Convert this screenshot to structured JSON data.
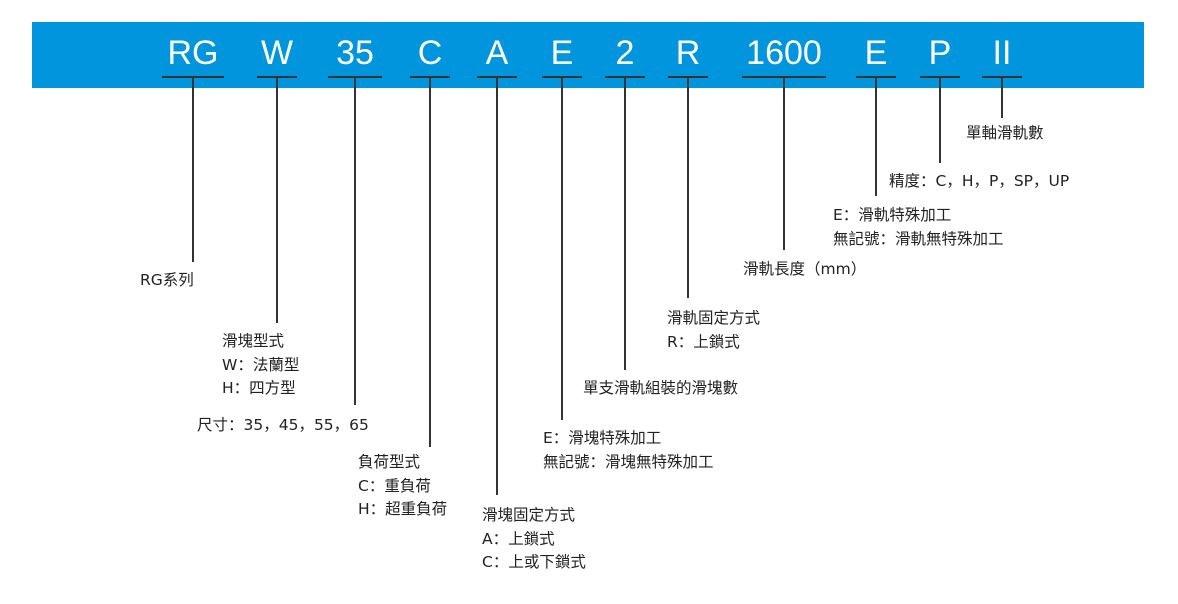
{
  "colors": {
    "bar": "#0095dd",
    "line": "#333333"
  },
  "codes": [
    "RG",
    "W",
    "35",
    "C",
    "A",
    "E",
    "2",
    "R",
    "1600",
    "E",
    "P",
    "II"
  ],
  "labels": {
    "series": [
      "RG系列"
    ],
    "block_type": [
      "滑塊型式",
      "W：法蘭型",
      "H：四方型"
    ],
    "size": [
      "尺寸：35，45，55，65"
    ],
    "load_type": [
      "負荷型式",
      "C：重負荷",
      "H：超重負荷"
    ],
    "block_mount": [
      "滑塊固定方式",
      "A：上鎖式",
      "C：上或下鎖式"
    ],
    "block_special": [
      "E：滑塊特殊加工",
      "無記號：滑塊無特殊加工"
    ],
    "blocks_per_rail": [
      "單支滑軌組裝的滑塊數"
    ],
    "rail_mount": [
      "滑軌固定方式",
      "R：上鎖式"
    ],
    "rail_length": [
      "滑軌長度（mm）"
    ],
    "rail_special": [
      "E：滑軌特殊加工",
      "無記號：滑軌無特殊加工"
    ],
    "precision": [
      "精度：C，H，P，SP，UP"
    ],
    "rails_per_axis": [
      "單軸滑軌數"
    ]
  }
}
